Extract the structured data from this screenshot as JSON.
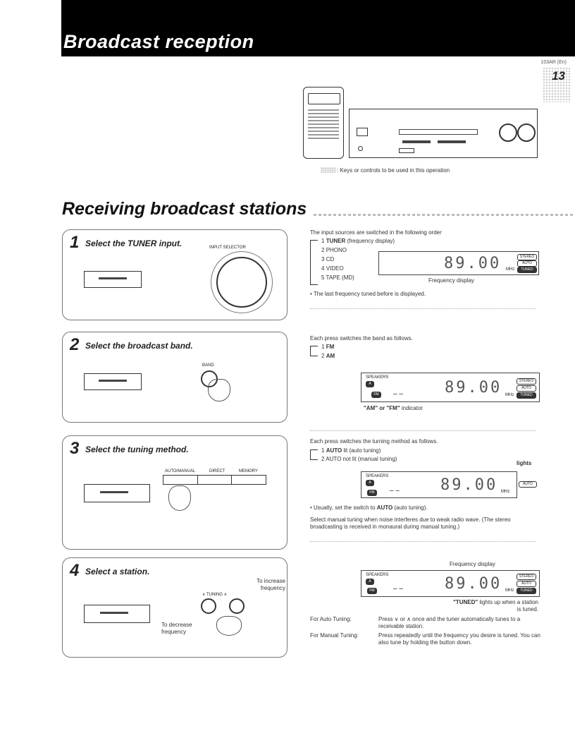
{
  "header": {
    "title": "Broadcast reception",
    "model": "103AR (En)",
    "page_number": "13"
  },
  "legend": {
    "text": ": Keys or controls to be used in this operation"
  },
  "section": {
    "title": "Receiving broadcast stations"
  },
  "step1": {
    "number": "1",
    "label": "Select the TUNER input.",
    "knob_label": "INPUT SELECTOR",
    "intro": "The input sources are switched in the following order",
    "order": [
      {
        "n": "1",
        "name": "TUNER",
        "note": "(frequency display)"
      },
      {
        "n": "2",
        "name": "PHONO"
      },
      {
        "n": "3",
        "name": "CD"
      },
      {
        "n": "4",
        "name": "VIDEO"
      },
      {
        "n": "5",
        "name": "TAPE (MD)"
      }
    ],
    "display_freq": "89.00",
    "display_unit": "MHz",
    "ind_stereo": "STEREO",
    "ind_auto": "AUTO",
    "ind_tuned": "TUNED",
    "caption": "Frequency display",
    "note": "The last frequency tuned before is displayed."
  },
  "step2": {
    "number": "2",
    "label": "Select the broadcast band.",
    "button_label": "BAND",
    "intro": "Each press switches the band as follows.",
    "bands": [
      {
        "n": "1",
        "name": "FM"
      },
      {
        "n": "2",
        "name": "AM"
      }
    ],
    "speakers": "SPEAKERS",
    "speakers_ind": "A",
    "band_ind": "FM",
    "display_freq": "89.00",
    "display_unit": "MHz",
    "ind_stereo": "STEREO",
    "ind_auto": "AUTO",
    "ind_tuned": "TUNED",
    "caption_strong": "\"AM\" or \"FM\"",
    "caption_rest": "indicator"
  },
  "step3": {
    "number": "3",
    "label": "Select the tuning method.",
    "buttons": [
      "AUTO/MANUAL",
      "DIRECT",
      "MEMORY"
    ],
    "intro": "Each press switches the turning method as follows.",
    "methods": [
      {
        "n": "1",
        "strong": "AUTO",
        "rest": "lit (auto tuning)"
      },
      {
        "n": "2",
        "strong": "",
        "rest": "AUTO not lit (manual tuning)"
      }
    ],
    "lights": "lights",
    "speakers": "SPEAKERS",
    "speakers_ind": "A",
    "band_ind": "FM",
    "display_freq": "89.00",
    "display_unit": "MHz",
    "ind_auto": "AUTO",
    "note_pre": "Usually, set the switch to",
    "note_strong": "AUTO",
    "note_post": "(auto tuning).",
    "para": "Select manual tuning when noise interferes due to weak radio wave. (The stereo broadcasting is received in monaural during manual tuning.)"
  },
  "step4": {
    "number": "4",
    "label": "Select a station.",
    "tuning_label": "TUNING",
    "increase": "To increase frequency",
    "decrease": "To decrease frequency",
    "caption": "Frequency display",
    "speakers": "SPEAKERS",
    "speakers_ind": "A",
    "band_ind": "FM",
    "display_freq": "89.00",
    "display_unit": "MHz",
    "ind_stereo": "STEREO",
    "ind_auto": "AUTO",
    "ind_tuned": "TUNED",
    "tuned_strong": "\"TUNED\"",
    "tuned_rest": "lights up when a station is tuned.",
    "auto_label": "For Auto Tuning:",
    "auto_text": "Press ∨ or ∧ once and the tuner automatically tunes to a receivable station.",
    "manual_label": "For Manual Tuning:",
    "manual_text": "Press repeatedly until the frequency you desire is tuned. You can also tune by holding the button down."
  }
}
